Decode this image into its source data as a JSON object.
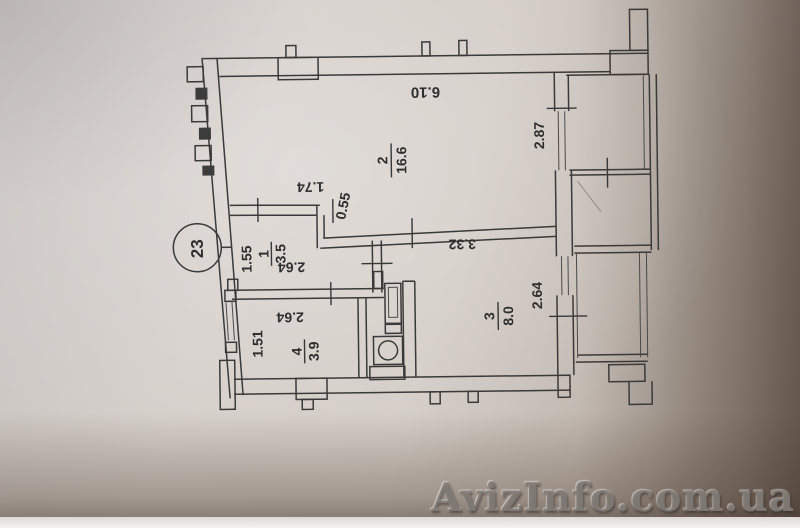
{
  "photo": {
    "watermark": "AvizInfo.com.ua",
    "plan_ref": "23"
  },
  "rooms": [
    {
      "id": "2",
      "area": "16.6"
    },
    {
      "id": "1",
      "area": "3.5"
    },
    {
      "id": "3",
      "area": "8.0"
    },
    {
      "id": "4",
      "area": "3.9"
    }
  ],
  "dimensions": {
    "room2_width": "6.10",
    "loggia_right": "2.87",
    "hall_top": "1.74",
    "wall_jog": "0.55",
    "hall_width": "1.55",
    "hall_depth": "2.64",
    "bath_depth": "2.64",
    "bath_width": "1.51",
    "kitchen_width": "3.32",
    "kitchen_depth": "2.64"
  },
  "colors": {
    "paper": "#d3ccc6",
    "ink": "#3a3a3a",
    "shadow_brown": "#8d8076"
  }
}
